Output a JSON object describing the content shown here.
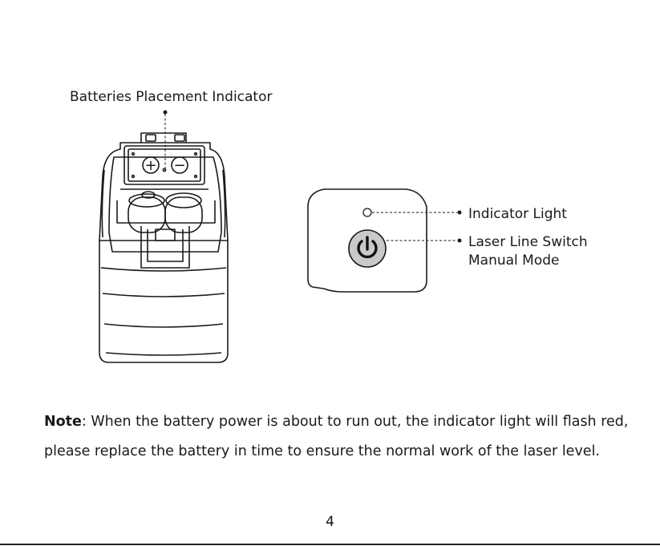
{
  "labels": {
    "battery_indicator": "Batteries Placement Indicator",
    "indicator_light": "Indicator Light",
    "laser_switch": "Laser Line Switch",
    "manual_mode": "Manual Mode"
  },
  "battery_symbols": {
    "plus": "+",
    "minus": "−"
  },
  "icons": {
    "power": "power-icon"
  },
  "note": {
    "prefix": "Note",
    "line1_rest": ": When the battery power is about to run out, the indicator light will flash red,",
    "line2": "please replace the battery in time to ensure the normal work of the laser level."
  },
  "page_number": "4"
}
